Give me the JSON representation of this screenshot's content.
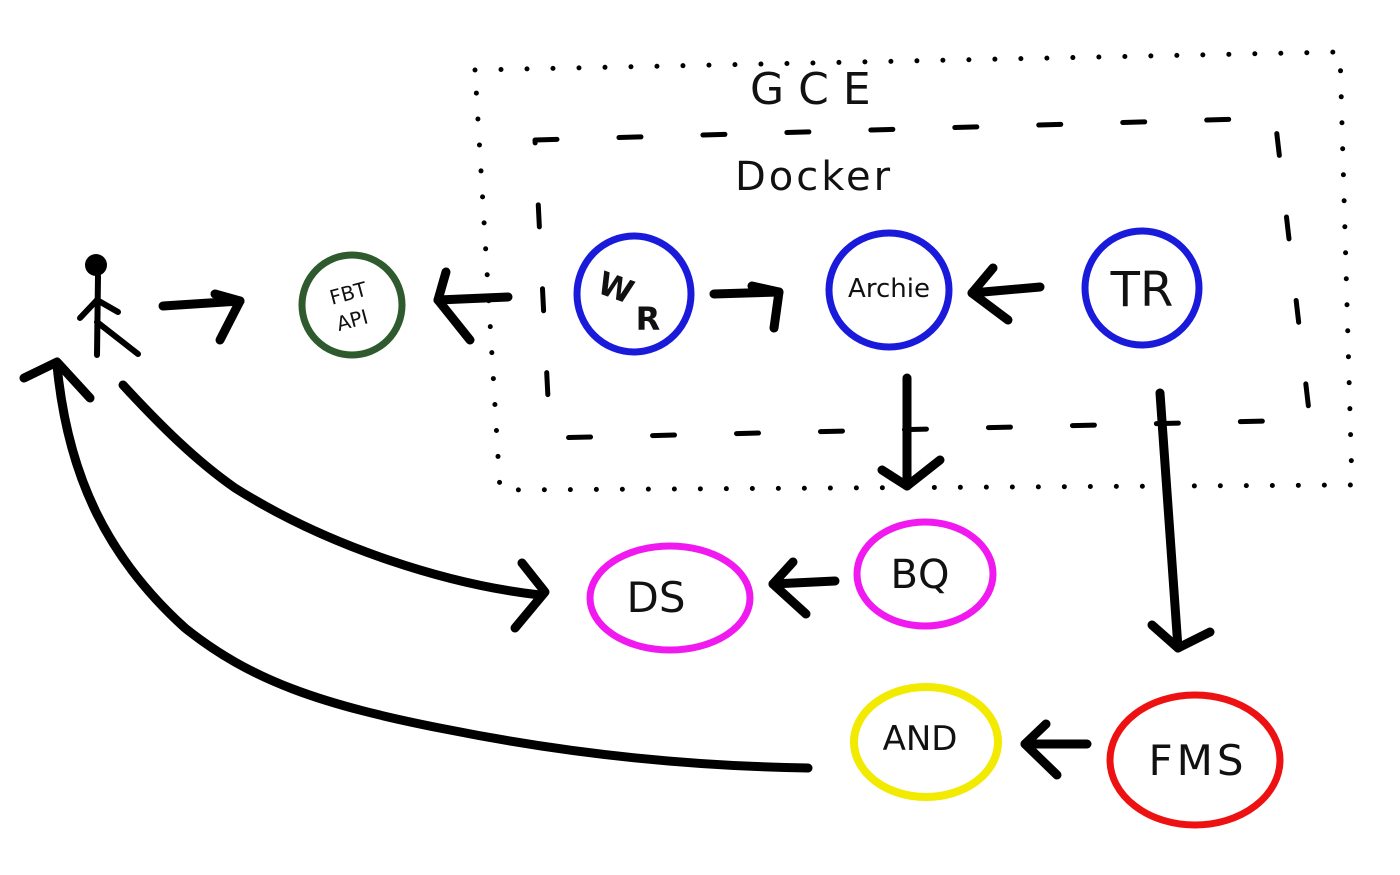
{
  "boundaries": {
    "gce": {
      "label": "GCE"
    },
    "docker": {
      "label": "Docker"
    }
  },
  "nodes": {
    "fbt": {
      "label_line1": "FBT",
      "label_line2": "API",
      "color": "#2e5a2e"
    },
    "wr": {
      "label_line1": "W",
      "label_line2": "R",
      "color": "#1a1adb"
    },
    "archie": {
      "label": "Archie",
      "color": "#1a1adb"
    },
    "tr": {
      "label": "TR",
      "color": "#1a1adb"
    },
    "ds": {
      "label": "DS",
      "color": "#f01af0"
    },
    "bq": {
      "label": "BQ",
      "color": "#f01af0"
    },
    "and": {
      "label": "AND",
      "color": "#f2ea00"
    },
    "fms": {
      "label": "FMS",
      "color": "#ee1111"
    }
  },
  "icons": {
    "user": "stick-figure-icon"
  }
}
